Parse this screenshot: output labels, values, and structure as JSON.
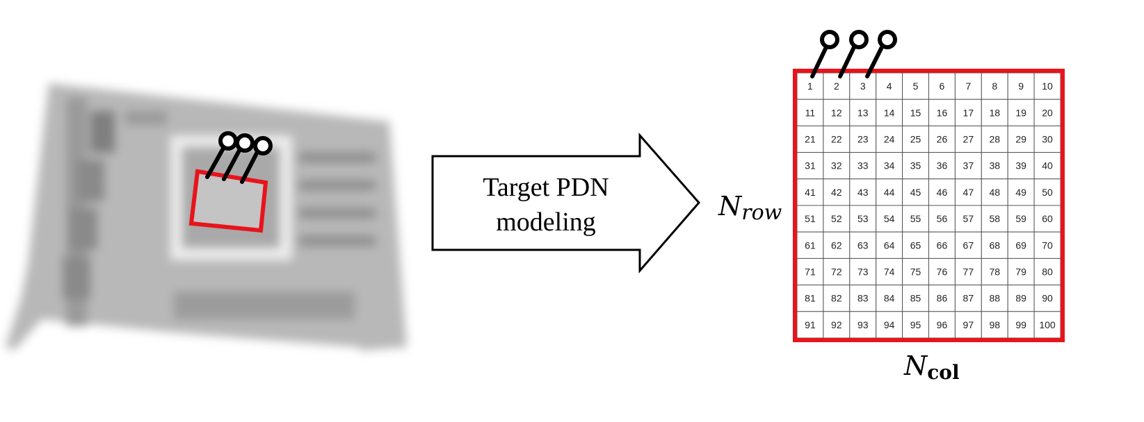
{
  "arrow": {
    "line1": "Target PDN",
    "line2": "modeling"
  },
  "grid": {
    "rows": 10,
    "cols": 10,
    "cell_labels": [
      "1",
      "2",
      "3",
      "4",
      "5",
      "6",
      "7",
      "8",
      "9",
      "10",
      "11",
      "12",
      "13",
      "14",
      "15",
      "16",
      "17",
      "18",
      "19",
      "20",
      "21",
      "22",
      "23",
      "24",
      "25",
      "26",
      "27",
      "28",
      "29",
      "30",
      "31",
      "32",
      "33",
      "34",
      "35",
      "36",
      "37",
      "38",
      "39",
      "40",
      "41",
      "42",
      "43",
      "44",
      "45",
      "46",
      "47",
      "48",
      "49",
      "50",
      "51",
      "52",
      "53",
      "54",
      "55",
      "56",
      "57",
      "58",
      "59",
      "60",
      "61",
      "62",
      "63",
      "64",
      "65",
      "66",
      "67",
      "68",
      "69",
      "70",
      "71",
      "72",
      "73",
      "74",
      "75",
      "76",
      "77",
      "78",
      "79",
      "80",
      "81",
      "82",
      "83",
      "84",
      "85",
      "86",
      "87",
      "88",
      "89",
      "90",
      "91",
      "92",
      "93",
      "94",
      "95",
      "96",
      "97",
      "98",
      "99",
      "100"
    ]
  },
  "labels": {
    "row_symbol": "N",
    "row_subscript": "row",
    "col_symbol": "N",
    "col_subscript": "col"
  },
  "colors": {
    "highlight": "#e8141b",
    "board": "#b9b9b9",
    "grid_line": "#555555"
  },
  "probes": {
    "count": 3
  }
}
